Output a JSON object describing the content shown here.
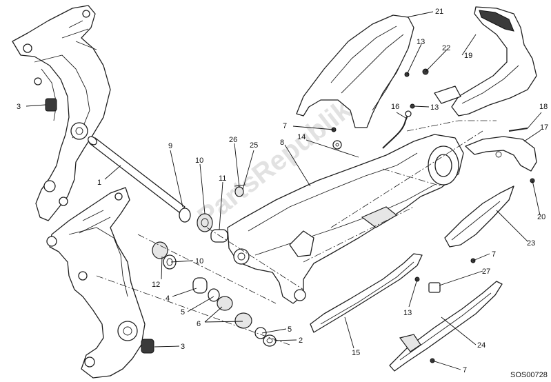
{
  "drawing_code": "SOS00728",
  "watermark": "PartsRepublik",
  "callouts": [
    {
      "id": "c21",
      "label": "21"
    },
    {
      "id": "c19",
      "label": "19"
    },
    {
      "id": "c13a",
      "label": "13"
    },
    {
      "id": "c22",
      "label": "22"
    },
    {
      "id": "c3a",
      "label": "3"
    },
    {
      "id": "c16",
      "label": "16"
    },
    {
      "id": "c13b",
      "label": "13"
    },
    {
      "id": "c18",
      "label": "18"
    },
    {
      "id": "c7a",
      "label": "7"
    },
    {
      "id": "c17",
      "label": "17"
    },
    {
      "id": "c14",
      "label": "14"
    },
    {
      "id": "c8",
      "label": "8"
    },
    {
      "id": "c26",
      "label": "26"
    },
    {
      "id": "c9",
      "label": "9"
    },
    {
      "id": "c25",
      "label": "25"
    },
    {
      "id": "c10a",
      "label": "10"
    },
    {
      "id": "c11",
      "label": "11"
    },
    {
      "id": "c1",
      "label": "1"
    },
    {
      "id": "c20",
      "label": "20"
    },
    {
      "id": "c23",
      "label": "23"
    },
    {
      "id": "c10b",
      "label": "10"
    },
    {
      "id": "c7b",
      "label": "7"
    },
    {
      "id": "c12",
      "label": "12"
    },
    {
      "id": "c27",
      "label": "27"
    },
    {
      "id": "c4",
      "label": "4"
    },
    {
      "id": "c13c",
      "label": "13"
    },
    {
      "id": "c5a",
      "label": "5"
    },
    {
      "id": "c6",
      "label": "6"
    },
    {
      "id": "c5b",
      "label": "5"
    },
    {
      "id": "c24",
      "label": "24"
    },
    {
      "id": "c2",
      "label": "2"
    },
    {
      "id": "c3b",
      "label": "3"
    },
    {
      "id": "c15",
      "label": "15"
    },
    {
      "id": "c7c",
      "label": "7"
    }
  ]
}
